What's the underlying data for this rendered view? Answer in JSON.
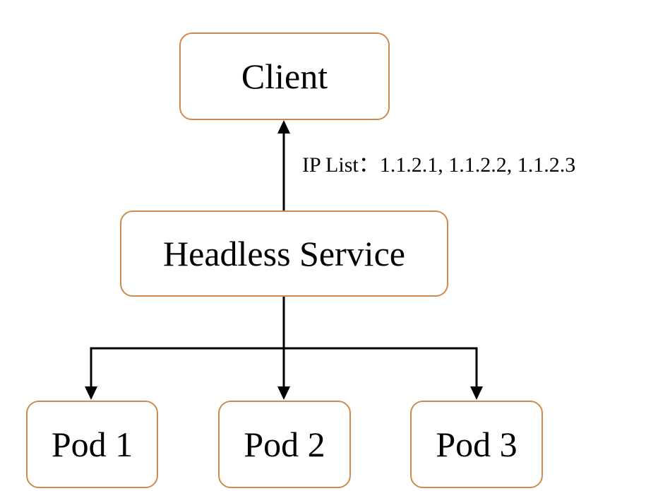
{
  "diagram": {
    "nodes": {
      "client": "Client",
      "headless_service": "Headless Service",
      "pod1": "Pod 1",
      "pod2": "Pod 2",
      "pod3": "Pod 3"
    },
    "edges": {
      "service_to_client_label": "IP List：1.1.2.1, 1.1.2.2, 1.1.2.3"
    },
    "colors": {
      "node_border": "#D08A4E",
      "line": "#000000",
      "background": "#ffffff"
    }
  }
}
